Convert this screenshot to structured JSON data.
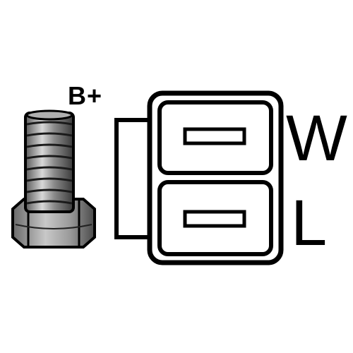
{
  "terminals": {
    "battery_label": "B+",
    "upper_pin_label": "W",
    "lower_pin_label": "L"
  },
  "colors": {
    "ink": "#000000",
    "background": "#ffffff",
    "stud_metal": "#9a9a9a"
  },
  "icons": {
    "stud": "threaded-stud-icon",
    "connector": "two-pin-plug-icon"
  }
}
